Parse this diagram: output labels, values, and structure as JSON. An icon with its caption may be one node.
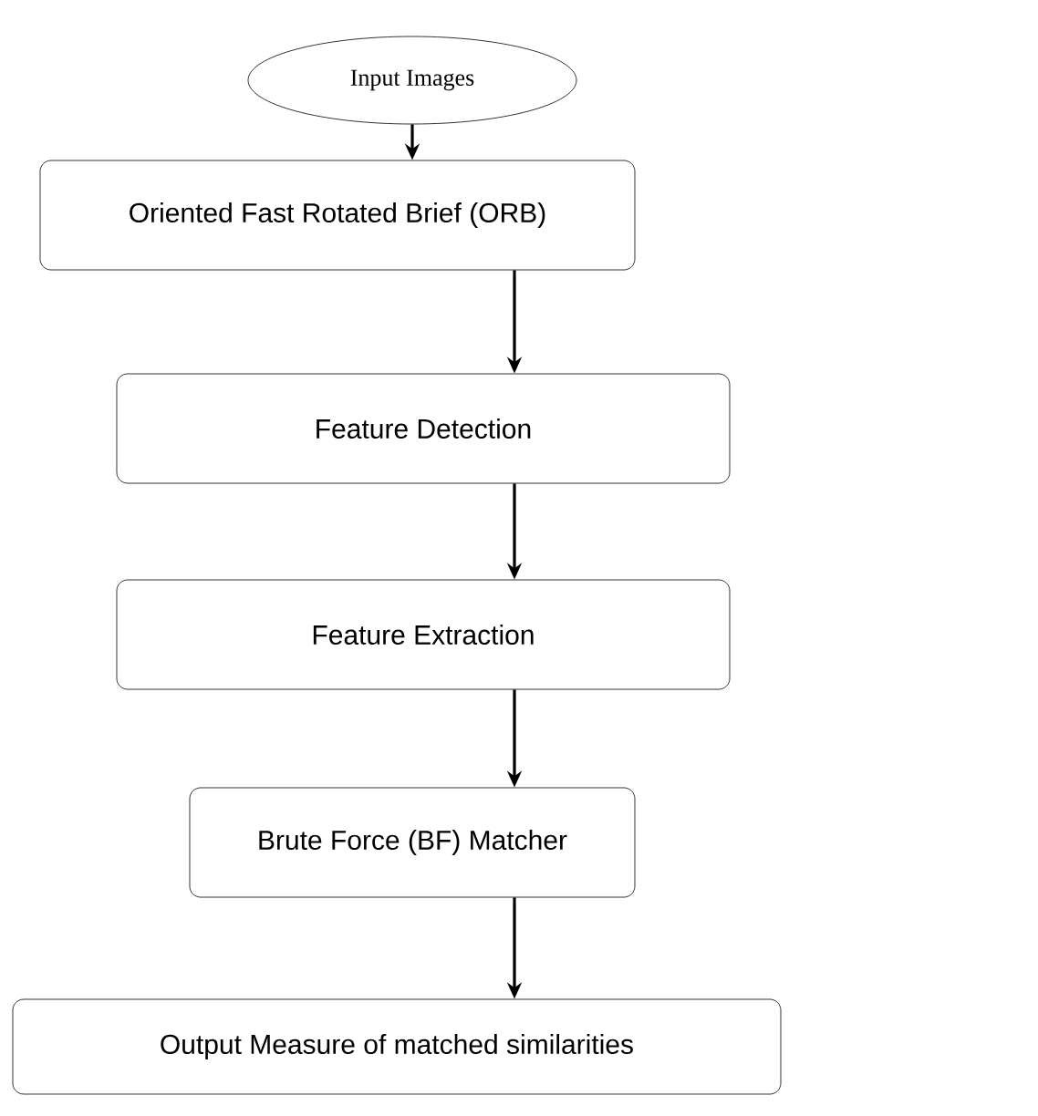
{
  "diagram": {
    "nodes": [
      {
        "text": [
          "Input Images"
        ]
      },
      {
        "text": [
          "Oriented Fast Rotated Brief (ORB)"
        ]
      },
      {
        "text": [
          "Feature Detection"
        ]
      },
      {
        "text": [
          "Feature Extraction"
        ]
      },
      {
        "text": [
          "Brute Force (BF) Matcher"
        ]
      },
      {
        "text": [
          "Output Measure of matched similarities"
        ]
      }
    ],
    "edges": [
      {
        "from": 0,
        "to": 1,
        "arrow": "to"
      },
      {
        "from": 1,
        "to": 2,
        "arrow": "to"
      },
      {
        "from": 2,
        "to": 3,
        "arrow": "to"
      },
      {
        "from": 3,
        "to": 4,
        "arrow": "to"
      },
      {
        "from": 4,
        "to": 5,
        "arrow": "to"
      }
    ]
  }
}
